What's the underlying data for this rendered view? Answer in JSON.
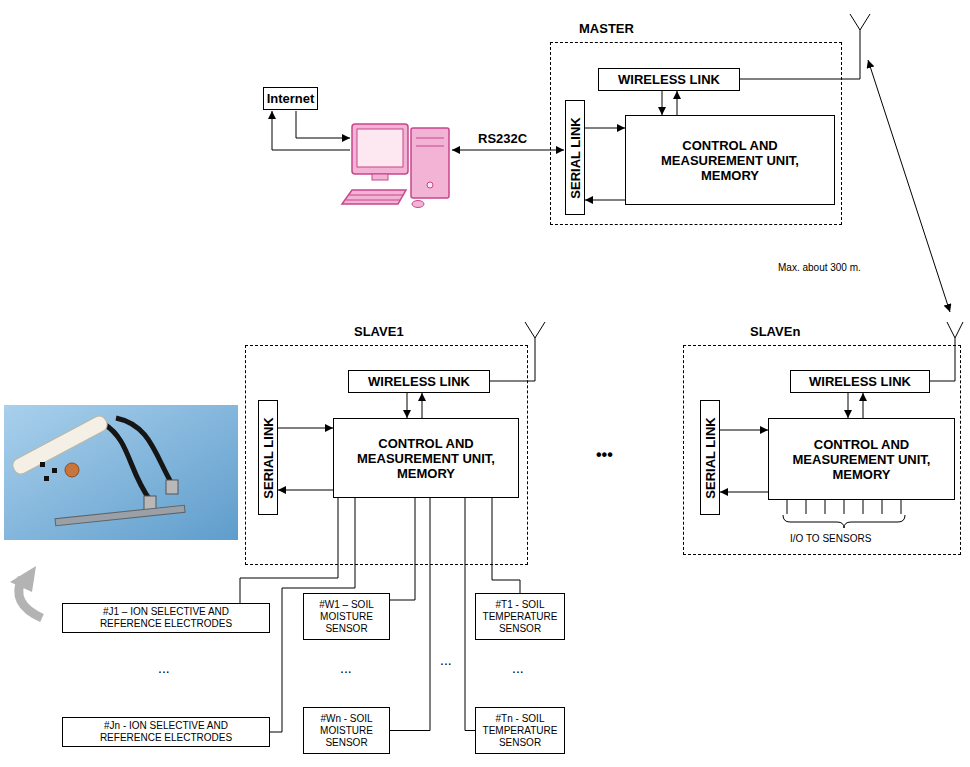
{
  "diagram": {
    "nodes": [
      {
        "text": [
          "Internet"
        ]
      },
      {
        "text": [
          "MASTER"
        ]
      },
      {
        "text": [
          "WIRELESS LINK"
        ],
        "in": 1
      },
      {
        "text": [
          "SERIAL LINK"
        ],
        "in": 1
      },
      {
        "text": [
          "CONTROL AND MEASUREMENT UNIT, MEMORY"
        ],
        "in": 1
      },
      {
        "text": [
          "SLAVE1"
        ]
      },
      {
        "text": [
          "WIRELESS LINK"
        ],
        "in": 5
      },
      {
        "text": [
          "SERIAL LINK"
        ],
        "in": 5
      },
      {
        "text": [
          "CONTROL AND MEASUREMENT UNIT, MEMORY"
        ],
        "in": 5
      },
      {
        "text": [
          "SLAVEn"
        ]
      },
      {
        "text": [
          "WIRELESS LINK"
        ],
        "in": 9
      },
      {
        "text": [
          "SERIAL LINK"
        ],
        "in": 9
      },
      {
        "text": [
          "CONTROL AND MEASUREMENT UNIT, MEMORY"
        ],
        "in": 9
      },
      {
        "text": [
          "#J1 – ION SELECTIVE AND REFERENCE ELECTRODES"
        ]
      },
      {
        "text": [
          "#W1 – SOIL MOISTURE SENSOR"
        ]
      },
      {
        "text": [
          "#T1 - SOIL TEMPERATURE SENSOR"
        ]
      },
      {
        "text": [
          "#Jn - ION SELECTIVE AND REFERENCE ELECTRODES"
        ]
      },
      {
        "text": [
          "#Wn - SOIL MOISTURE SENSOR"
        ]
      },
      {
        "text": [
          "#Tn - SOIL TEMPERATURE SENSOR"
        ]
      }
    ],
    "edges": [
      {
        "from": 2,
        "to": 4,
        "arrow": "to"
      },
      {
        "from": 4,
        "to": 2,
        "arrow": "to"
      },
      {
        "from": 3,
        "to": 4,
        "arrow": "to"
      },
      {
        "from": 4,
        "to": 3,
        "arrow": "to"
      },
      {
        "from": 6,
        "to": 8,
        "arrow": "to"
      },
      {
        "from": 8,
        "to": 6,
        "arrow": "to"
      },
      {
        "from": 7,
        "to": 8,
        "arrow": "to"
      },
      {
        "from": 8,
        "to": 7,
        "arrow": "to"
      },
      {
        "from": 10,
        "to": 12,
        "arrow": "to"
      },
      {
        "from": 12,
        "to": 10,
        "arrow": "to"
      },
      {
        "from": 11,
        "to": 12,
        "arrow": "to"
      },
      {
        "from": 12,
        "to": 11,
        "arrow": "to"
      },
      {
        "from": 8,
        "to": 13,
        "arrow": "none"
      },
      {
        "from": 8,
        "to": 14,
        "arrow": "none"
      },
      {
        "from": 8,
        "to": 15,
        "arrow": "none"
      },
      {
        "from": 8,
        "to": 16,
        "arrow": "none"
      },
      {
        "from": 8,
        "to": 17,
        "arrow": "none"
      },
      {
        "from": 8,
        "to": 18,
        "arrow": "none"
      }
    ],
    "labels": [
      "RS232C",
      "Max. about 300 m.",
      "•••",
      "I/O TO SENSORS",
      "...",
      "...",
      "...",
      "..."
    ]
  }
}
